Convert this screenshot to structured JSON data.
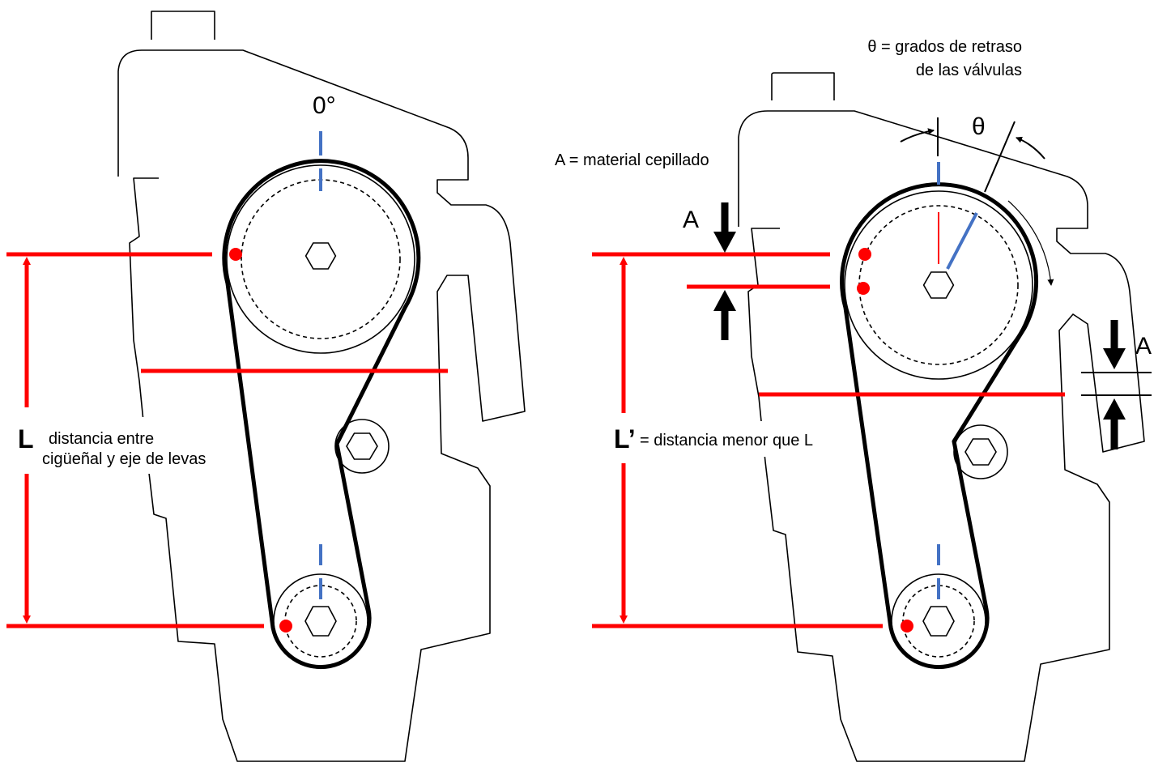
{
  "left_diagram": {
    "angle_label": "0°",
    "dimension_letter": "L",
    "dimension_text_line1": "distancia entre",
    "dimension_text_line2": "cigüeñal y eje de levas"
  },
  "right_diagram": {
    "theta_legend_line1": "θ = grados de retraso",
    "theta_legend_line2": "de las válvulas",
    "material_legend": "A = material cepillado",
    "material_label_left": "A",
    "material_label_right": "A",
    "theta_symbol": "θ",
    "dimension_letter": "L’",
    "dimension_text": "= distancia menor que L"
  },
  "colors": {
    "dimension_lines": "#ff0000",
    "timing_marks": "#4472c4",
    "outline": "#000000"
  }
}
